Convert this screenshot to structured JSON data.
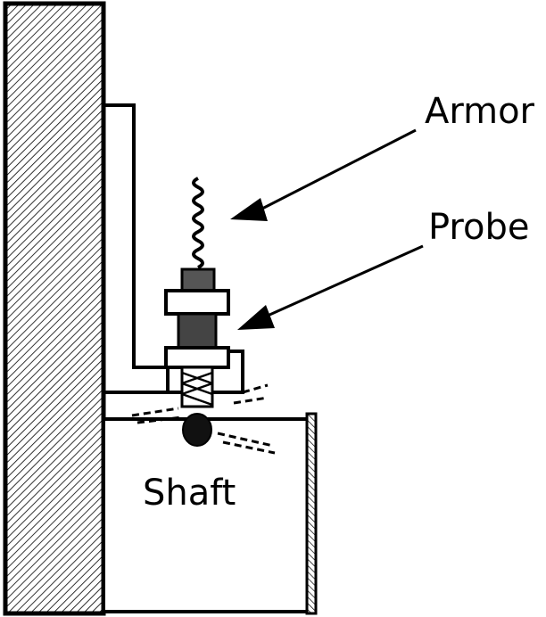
{
  "labels": {
    "armor": "Armor",
    "probe": "Probe",
    "shaft": "Shaft"
  },
  "colors": {
    "ink": "#000000",
    "paper": "#ffffff",
    "fill_dark": "#1a1a1a",
    "fill_mid": "#6a6a6a"
  }
}
